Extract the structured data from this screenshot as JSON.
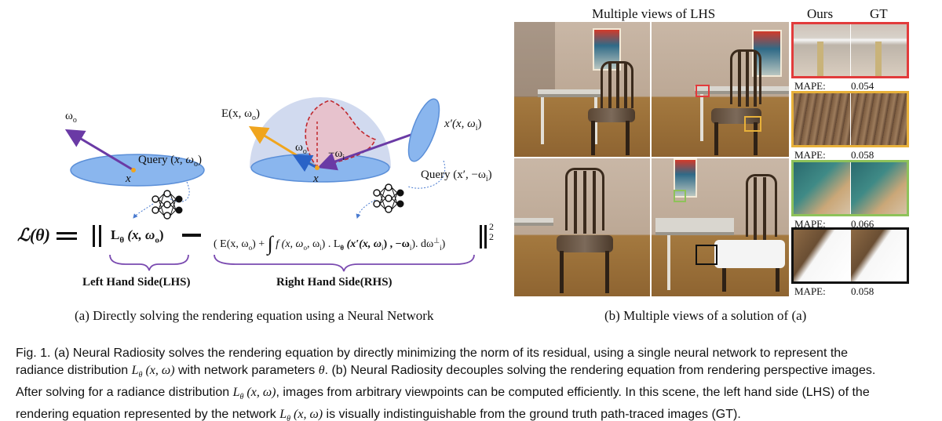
{
  "diagram": {
    "omega_o_left": "ω",
    "omega_o_left_sub": "o",
    "query_left": "Query (",
    "query_left_args": "x, ω",
    "query_left_sub": "o",
    "query_left_close": ")",
    "x_left": "x",
    "E_label": "E(x, ω",
    "E_label_sub": "o",
    "E_label_close": ")",
    "omega_o_mid": "ω",
    "omega_o_mid_sub": "o",
    "minus_omega_i": "−ω",
    "minus_omega_i_sub": "i",
    "x_mid": "x",
    "x_prime": "x′(x, ω",
    "x_prime_sub": "i",
    "x_prime_close": ")",
    "query_right": "Query (x′, −ω",
    "query_right_sub": "i",
    "query_right_close": ")",
    "loss": "ℒ(θ)",
    "lhs_expr": "L",
    "lhs_theta": "θ",
    "lhs_args": "(x, ω",
    "lhs_args_sub": "o",
    "lhs_args_close": ")",
    "rhs_expr": "( E(x, ω",
    "rhs_expr_sub": "o",
    "rhs_expr_2": ") +",
    "rhs_integrand": "f (x, ω",
    "rhs_integrand_sub": "o",
    "rhs_integrand_2": ", ω",
    "rhs_integrand_sub2": "i",
    "rhs_integrand_3": ") . L",
    "rhs_theta": "θ",
    "rhs_L_args": " (x′(x, ω",
    "rhs_L_sub": "i",
    "rhs_L_args2": ") , −ω",
    "rhs_L_sub2": "i",
    "rhs_L_args3": "). dω",
    "rhs_dw_sup": "⊥",
    "rhs_dw_sub": "i",
    "rhs_close": ")",
    "norm_sup": "2",
    "norm_sub": "2",
    "lhs_label": "Left Hand Side(LHS)",
    "rhs_label": "Right Hand Side(RHS)"
  },
  "captions": {
    "a": "(a) Directly solving the rendering equation using a Neural Network",
    "b": "(b) Multiple views of a solution of (a)"
  },
  "right_panel": {
    "title": "Multiple views of LHS",
    "ours": "Ours",
    "gt": "GT",
    "mape_label": "MAPE:",
    "mape_values": [
      "0.054",
      "0.058",
      "0.066",
      "0.058"
    ],
    "crop_colors": [
      "#e23b3b",
      "#e8b13a",
      "#8ec25a",
      "#111111"
    ]
  },
  "figure_caption": {
    "l1a": "Fig. 1.   (a) Neural Radiosity solves the rendering equation by directly minimizing the norm of its residual, using a single neural network to represent the",
    "l2a": "radiance distribution ",
    "l2m": "L",
    "l2m_sub": "θ",
    "l2m2": " (x, ω)",
    "l2b": " with network parameters ",
    "l2m3": "θ",
    "l2c": ". (b) Neural Radiosity decouples solving the rendering equation from rendering perspective images.",
    "l3a": "After solving for a radiance distribution ",
    "l3m": "L",
    "l3m_sub": "θ",
    "l3m2": " (x, ω)",
    "l3b": ", images from arbitrary viewpoints can be computed efficiently. In this scene, the left hand side (LHS) of the",
    "l4a": "rendering equation represented by the network ",
    "l4m": "L",
    "l4m_sub": "θ",
    "l4m2": " (x, ω)",
    "l4b": " is visually indistinguishable from the ground truth path-traced images (GT)."
  }
}
